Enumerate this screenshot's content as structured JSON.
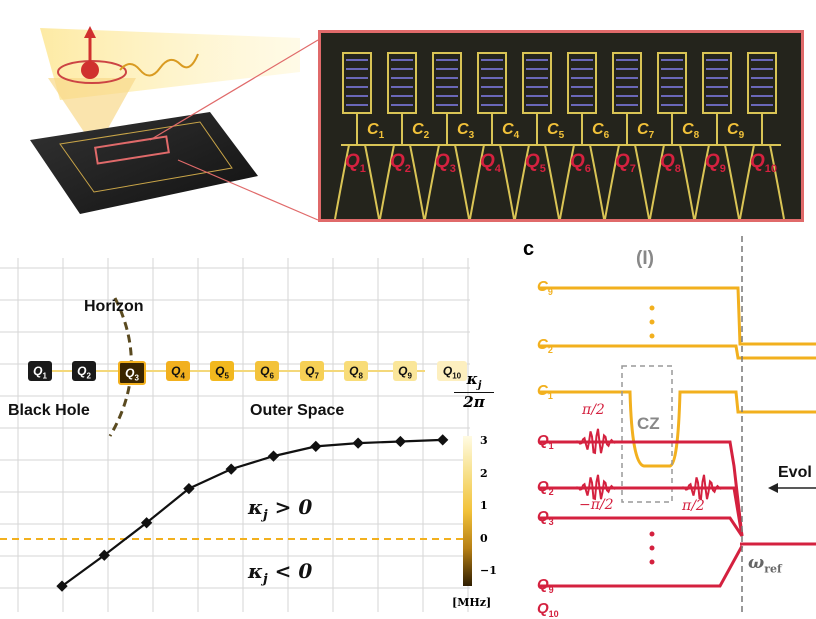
{
  "top": {
    "zoom_qubits": [
      "Q",
      "Q",
      "Q",
      "Q",
      "Q",
      "Q",
      "Q",
      "Q",
      "Q",
      "Q"
    ],
    "zoom_qubit_subs": [
      "1",
      "2",
      "3",
      "4",
      "5",
      "6",
      "7",
      "8",
      "9",
      "10"
    ],
    "zoom_couplers": [
      "C",
      "C",
      "C",
      "C",
      "C",
      "C",
      "C",
      "C",
      "C"
    ],
    "zoom_coupler_subs": [
      "1",
      "2",
      "3",
      "4",
      "5",
      "6",
      "7",
      "8",
      "9"
    ]
  },
  "panel_b": {
    "horizon": "Horizon",
    "black_hole": "Black Hole",
    "outer_space": "Outer Space",
    "chain_q": [
      "Q",
      "Q",
      "Q",
      "Q",
      "Q",
      "Q",
      "Q",
      "Q",
      "Q",
      "Q"
    ],
    "chain_subs": [
      "1",
      "2",
      "3",
      "4",
      "5",
      "6",
      "7",
      "8",
      "9",
      "10"
    ],
    "kappa_pos": "κj > 0",
    "kappa_neg": "κj < 0",
    "colorbar_title_top": "κj",
    "colorbar_title_bottom": "2π",
    "colorbar_ticks": [
      "3",
      "2",
      "1",
      "0",
      "−1"
    ],
    "colorbar_unit": "[MHz]"
  },
  "panel_c": {
    "panel_letter": "c",
    "stage": "(I)",
    "lines": [
      "C",
      "C",
      "C",
      "Q",
      "Q",
      "Q",
      "Q",
      "Q"
    ],
    "line_subs": [
      "9",
      "2",
      "1",
      "1",
      "2",
      "3",
      "9",
      "10"
    ],
    "cz": "CZ",
    "pi2_top": "π/2",
    "pi2_neg": "−π/2",
    "pi2_right": "π/2",
    "evol": "Evol",
    "omega": "ω",
    "omega_sub": "ref"
  },
  "chart_data": {
    "type": "line",
    "x": [
      1,
      2,
      3,
      4,
      5,
      6,
      7,
      8,
      9,
      10
    ],
    "values": [
      -1.45,
      -0.5,
      0.5,
      1.55,
      2.15,
      2.55,
      2.85,
      2.95,
      3.0,
      3.05
    ],
    "ylabel": "κj/2π",
    "reference_line": 0
  },
  "colors": {
    "gold": "#f2b01e",
    "red": "#d4213f",
    "dark": "#222"
  }
}
